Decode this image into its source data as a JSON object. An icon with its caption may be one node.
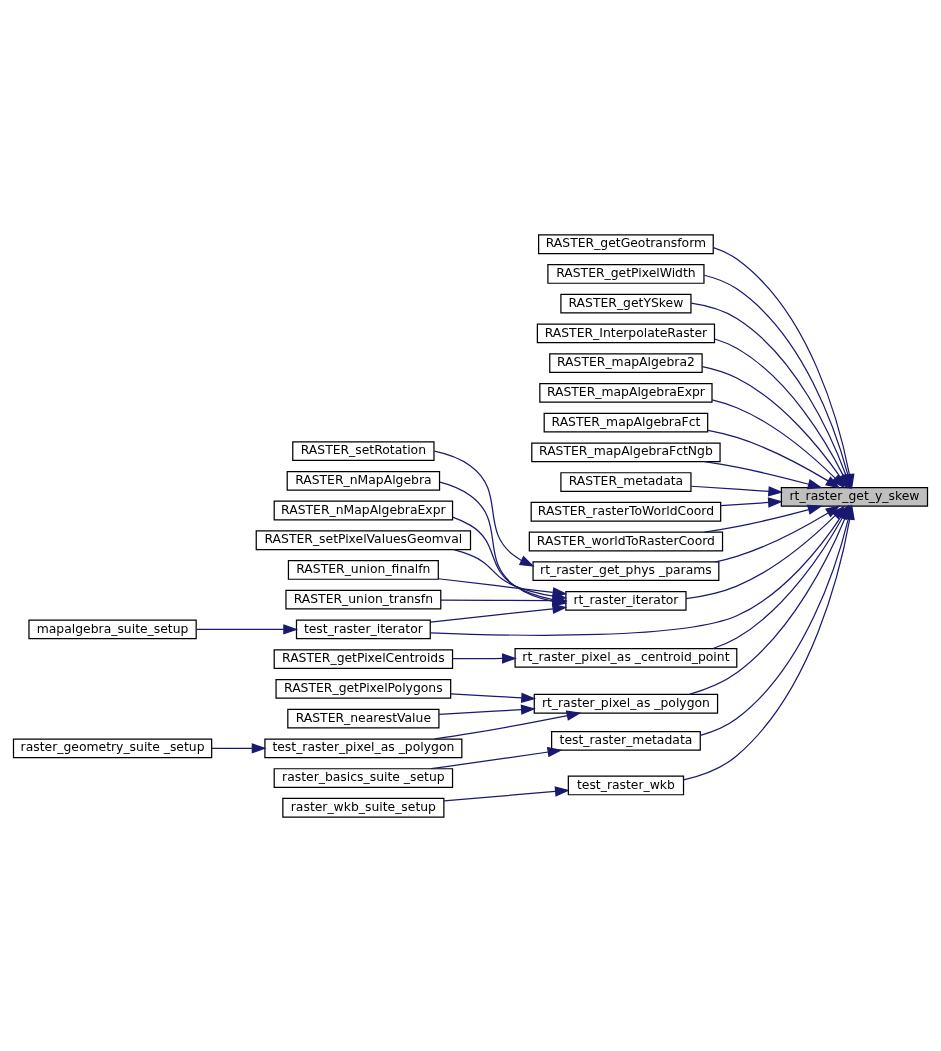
{
  "diagram": {
    "nodes": [
      {
        "text": [
          "rt_raster_get_y_skew"
        ]
      },
      {
        "text": [
          "RASTER_getGeotransform"
        ]
      },
      {
        "text": [
          "RASTER_getPixelWidth"
        ]
      },
      {
        "text": [
          "RASTER_getYSkew"
        ]
      },
      {
        "text": [
          "RASTER_InterpolateRaster"
        ]
      },
      {
        "text": [
          "RASTER_mapAlgebra2"
        ]
      },
      {
        "text": [
          "RASTER_mapAlgebraExpr"
        ]
      },
      {
        "text": [
          "RASTER_mapAlgebraFct"
        ]
      },
      {
        "text": [
          "RASTER_mapAlgebraFctNgb"
        ]
      },
      {
        "text": [
          "RASTER_metadata"
        ]
      },
      {
        "text": [
          "RASTER_rasterToWorldCoord"
        ]
      },
      {
        "text": [
          "RASTER_worldToRasterCoord"
        ]
      },
      {
        "text": [
          "rt_raster_get_phys _params"
        ]
      },
      {
        "text": [
          "RASTER_setRotation"
        ]
      },
      {
        "text": [
          "rt_raster_iterator"
        ]
      },
      {
        "text": [
          "RASTER_nMapAlgebra"
        ]
      },
      {
        "text": [
          "RASTER_nMapAlgebraExpr"
        ]
      },
      {
        "text": [
          "RASTER_setPixelValuesGeomval"
        ]
      },
      {
        "text": [
          "RASTER_union_finalfn"
        ]
      },
      {
        "text": [
          "RASTER_union_transfn"
        ]
      },
      {
        "text": [
          "test_raster_iterator"
        ]
      },
      {
        "text": [
          "mapalgebra_suite_setup"
        ]
      },
      {
        "text": [
          "rt_raster_pixel_as _centroid_point"
        ]
      },
      {
        "text": [
          "RASTER_getPixelCentroids"
        ]
      },
      {
        "text": [
          "rt_raster_pixel_as _polygon"
        ]
      },
      {
        "text": [
          "RASTER_getPixelPolygons"
        ]
      },
      {
        "text": [
          "RASTER_nearestValue"
        ]
      },
      {
        "text": [
          "test_raster_pixel_as _polygon"
        ]
      },
      {
        "text": [
          "raster_geometry_suite _setup"
        ]
      },
      {
        "text": [
          "test_raster_metadata"
        ]
      },
      {
        "text": [
          "raster_basics_suite _setup"
        ]
      },
      {
        "text": [
          "test_raster_wkb"
        ]
      },
      {
        "text": [
          "raster_wkb_suite_setup"
        ]
      }
    ],
    "edges": [
      {
        "from": 1,
        "to": 0,
        "arrow": "to"
      },
      {
        "from": 2,
        "to": 0,
        "arrow": "to"
      },
      {
        "from": 3,
        "to": 0,
        "arrow": "to"
      },
      {
        "from": 4,
        "to": 0,
        "arrow": "to"
      },
      {
        "from": 5,
        "to": 0,
        "arrow": "to"
      },
      {
        "from": 6,
        "to": 0,
        "arrow": "to"
      },
      {
        "from": 7,
        "to": 0,
        "arrow": "to"
      },
      {
        "from": 8,
        "to": 0,
        "arrow": "to"
      },
      {
        "from": 9,
        "to": 0,
        "arrow": "to"
      },
      {
        "from": 10,
        "to": 0,
        "arrow": "to"
      },
      {
        "from": 11,
        "to": 0,
        "arrow": "to"
      },
      {
        "from": 12,
        "to": 0,
        "arrow": "to"
      },
      {
        "from": 13,
        "to": 12,
        "arrow": "to"
      },
      {
        "from": 14,
        "to": 0,
        "arrow": "to"
      },
      {
        "from": 15,
        "to": 14,
        "arrow": "to"
      },
      {
        "from": 16,
        "to": 14,
        "arrow": "to"
      },
      {
        "from": 17,
        "to": 14,
        "arrow": "to"
      },
      {
        "from": 18,
        "to": 14,
        "arrow": "to"
      },
      {
        "from": 19,
        "to": 14,
        "arrow": "to"
      },
      {
        "from": 20,
        "to": 14,
        "arrow": "to"
      },
      {
        "from": 20,
        "to": 0,
        "arrow": "to"
      },
      {
        "from": 21,
        "to": 20,
        "arrow": "to"
      },
      {
        "from": 22,
        "to": 0,
        "arrow": "to"
      },
      {
        "from": 23,
        "to": 22,
        "arrow": "to"
      },
      {
        "from": 24,
        "to": 0,
        "arrow": "to"
      },
      {
        "from": 25,
        "to": 24,
        "arrow": "to"
      },
      {
        "from": 26,
        "to": 24,
        "arrow": "to"
      },
      {
        "from": 27,
        "to": 24,
        "arrow": "to"
      },
      {
        "from": 28,
        "to": 27,
        "arrow": "to"
      },
      {
        "from": 29,
        "to": 0,
        "arrow": "to"
      },
      {
        "from": 30,
        "to": 29,
        "arrow": "to"
      },
      {
        "from": 31,
        "to": 0,
        "arrow": "to"
      },
      {
        "from": 32,
        "to": 31,
        "arrow": "to"
      }
    ]
  }
}
